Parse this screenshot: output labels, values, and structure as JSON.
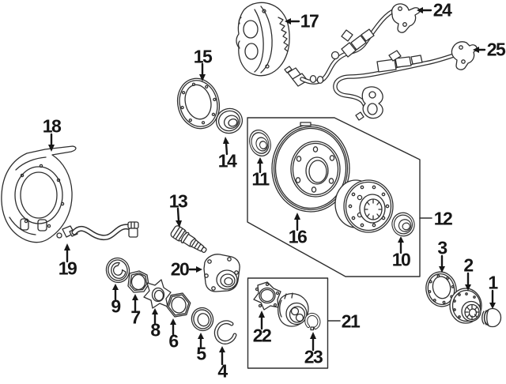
{
  "colors": {
    "background": "#ffffff",
    "line": "#2e2e2e",
    "label": "#161616"
  },
  "parts": {
    "p1": {
      "label": "1"
    },
    "p2": {
      "label": "2"
    },
    "p3": {
      "label": "3"
    },
    "p4": {
      "label": "4"
    },
    "p5": {
      "label": "5"
    },
    "p6": {
      "label": "6"
    },
    "p7": {
      "label": "7"
    },
    "p8": {
      "label": "8"
    },
    "p9": {
      "label": "9"
    },
    "p10": {
      "label": "10"
    },
    "p11": {
      "label": "11"
    },
    "p12": {
      "label": "12"
    },
    "p13": {
      "label": "13"
    },
    "p14": {
      "label": "14"
    },
    "p15": {
      "label": "15"
    },
    "p16": {
      "label": "16"
    },
    "p17": {
      "label": "17"
    },
    "p18": {
      "label": "18"
    },
    "p19": {
      "label": "19"
    },
    "p20": {
      "label": "20"
    },
    "p21": {
      "label": "21"
    },
    "p22": {
      "label": "22"
    },
    "p23": {
      "label": "23"
    },
    "p24": {
      "label": "24"
    },
    "p25": {
      "label": "25"
    }
  }
}
